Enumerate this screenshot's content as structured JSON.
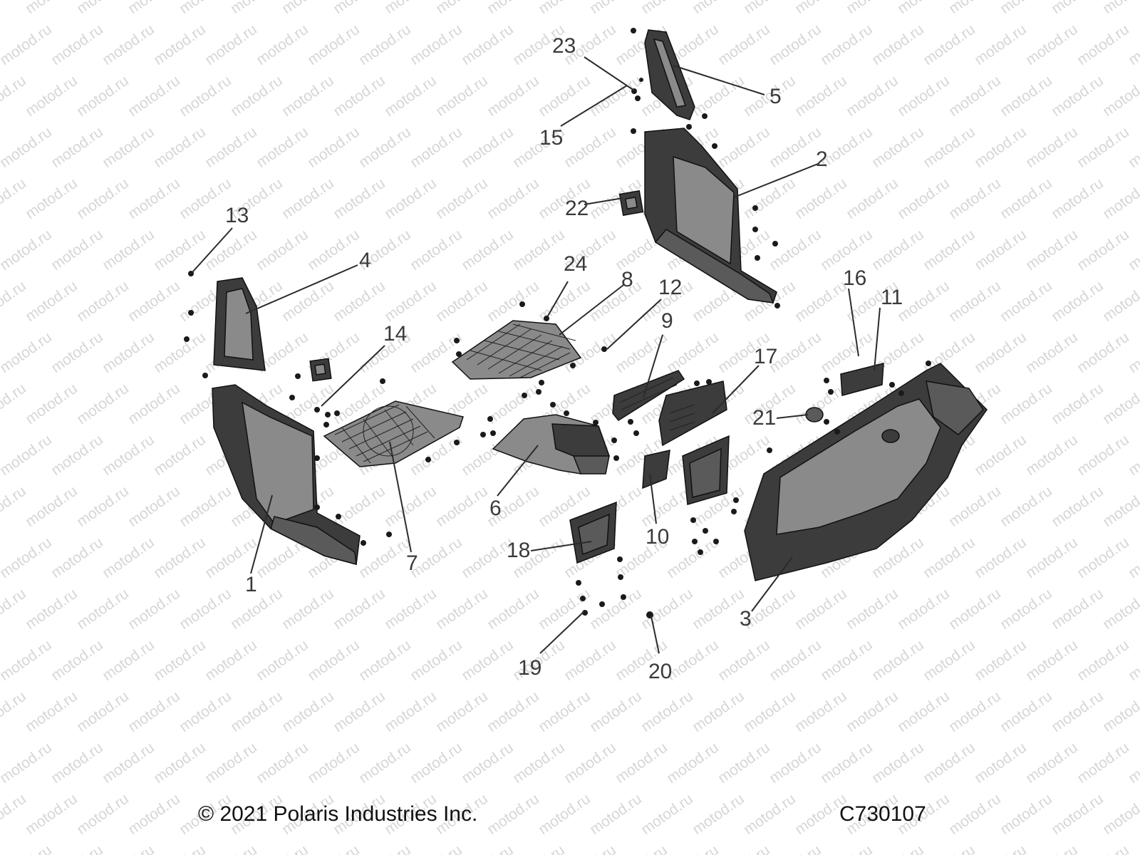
{
  "watermark": "motod.ru",
  "footer": {
    "copyright": "© 2021 Polaris Industries Inc.",
    "drawing_id": "C730107"
  },
  "callouts": [
    "1",
    "2",
    "3",
    "4",
    "5",
    "6",
    "7",
    "8",
    "9",
    "10",
    "11",
    "12",
    "13",
    "14",
    "15",
    "16",
    "17",
    "18",
    "19",
    "20",
    "21",
    "22",
    "23",
    "24"
  ]
}
